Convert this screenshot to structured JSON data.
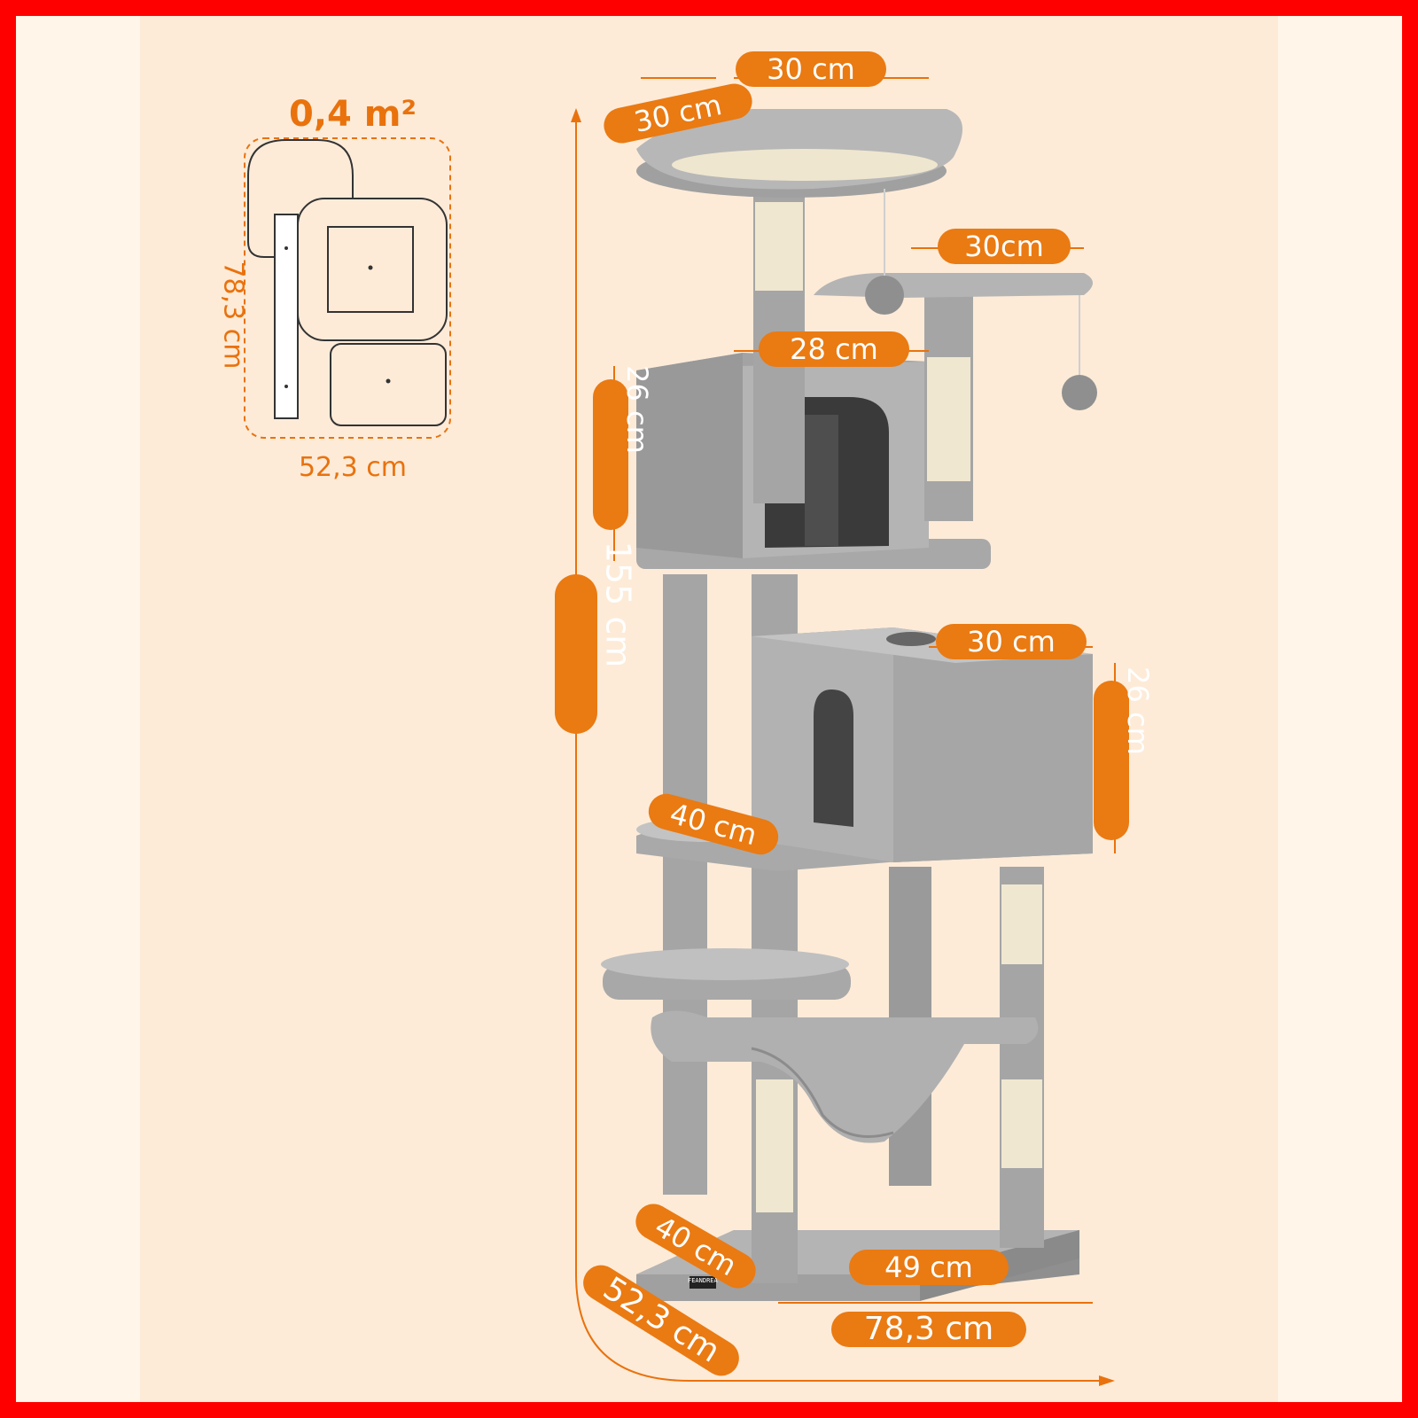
{
  "footprint": {
    "area": "0,4 m²",
    "depth": "78,3 cm",
    "width": "52,3 cm"
  },
  "dimensions": {
    "top_width": "30 cm",
    "top_depth": "30 cm",
    "right_platform": "30cm",
    "upper_house_width": "28 cm",
    "upper_house_height": "26 cm",
    "total_height": "155 cm",
    "lower_house_width": "30 cm",
    "lower_house_height": "26 cm",
    "middle_platform": "40 cm",
    "base_depth": "40 cm",
    "base_width": "49 cm",
    "overall_depth": "52,3 cm",
    "overall_width": "78,3 cm"
  },
  "brand_tag": "FEANDREA",
  "colors": {
    "accent": "#ea7a12",
    "plush": "#a9a9a9",
    "sisal": "#f0e7d0",
    "background": "#fdebd8",
    "frame": "#ff0000"
  }
}
